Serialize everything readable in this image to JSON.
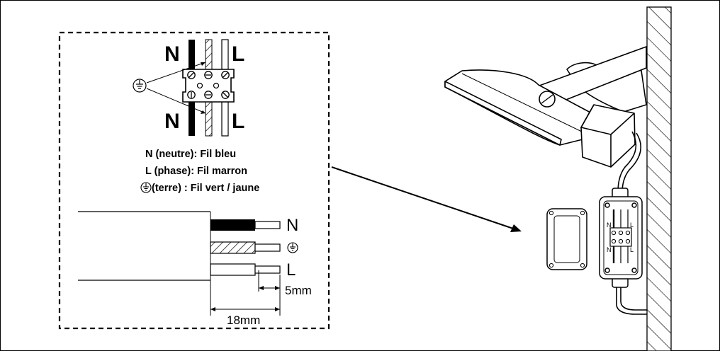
{
  "terminal": {
    "label_n_top": "N",
    "label_l_top": "L",
    "label_n_bottom": "N",
    "label_l_bottom": "L"
  },
  "legend": {
    "line1": "N (neutre): Fil bleu",
    "line2": "L (phase): Fil marron",
    "line3": "(terre)  : Fil vert / jaune"
  },
  "cable": {
    "label_n": "N",
    "label_l": "L",
    "strip_length": "5mm",
    "sheath_length": "18mm"
  },
  "junction_box": {
    "label_n": "N",
    "label_l": "L"
  },
  "icons": [
    "earth-ground-icon",
    "earth-ground-icon",
    "earth-ground-icon"
  ]
}
